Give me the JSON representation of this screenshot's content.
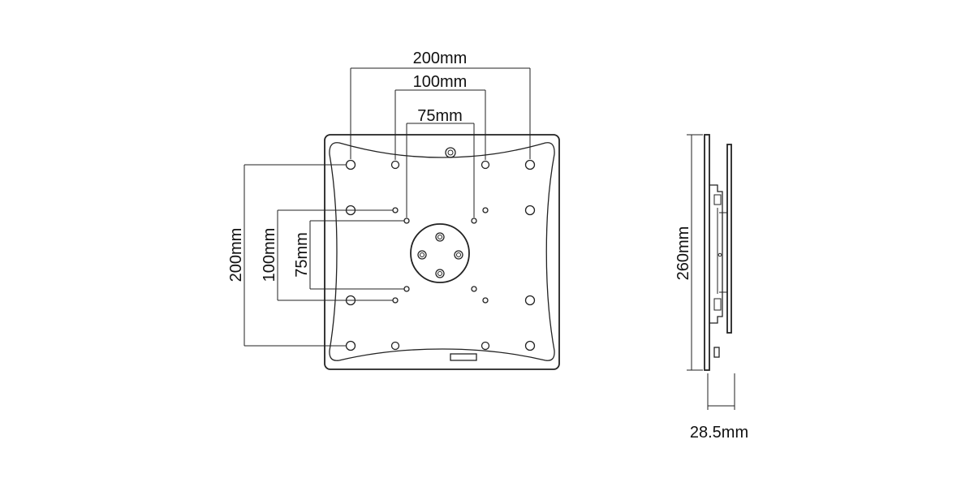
{
  "front_view": {
    "dimensions": {
      "top_outer": "200mm",
      "top_middle": "100mm",
      "top_inner": "75mm",
      "left_outer": "200mm",
      "left_middle": "100mm",
      "left_inner": "75mm"
    }
  },
  "side_view": {
    "dimensions": {
      "height": "260mm",
      "depth": "28.5mm"
    }
  }
}
